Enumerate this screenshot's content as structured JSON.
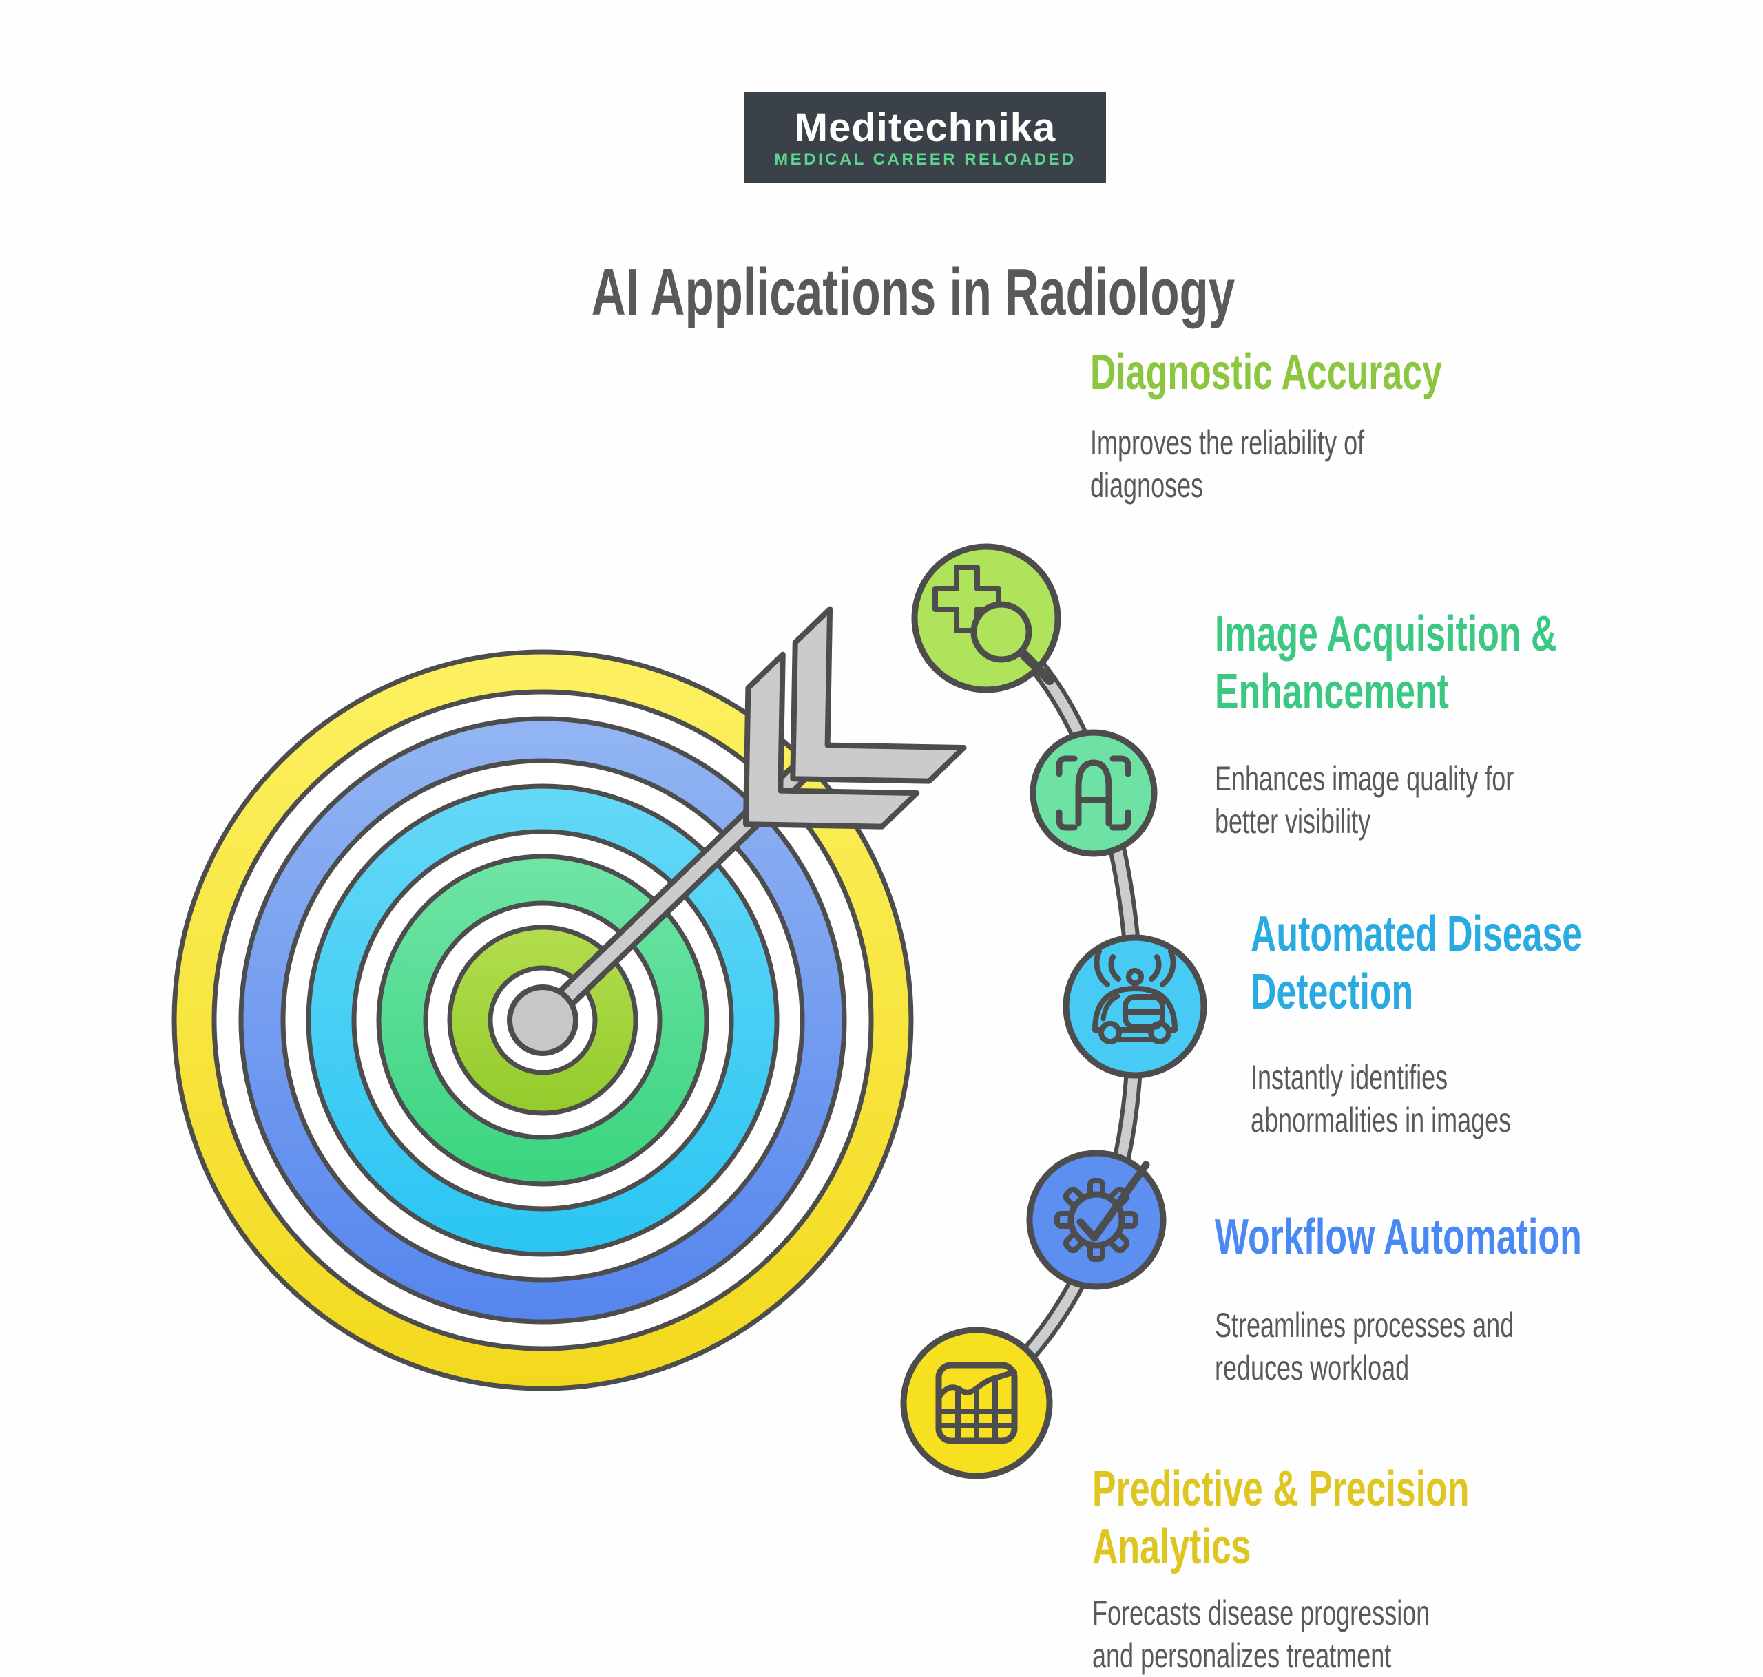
{
  "logo": {
    "brand": "Meditechnika",
    "tagline": "MEDICAL CAREER RELOADED",
    "bg_color": "#3A4149",
    "brand_color": "#FFFFFF",
    "tagline_color": "#5BD78D"
  },
  "title": {
    "text": "AI Applications in Radiology",
    "color": "#58595B"
  },
  "sections": [
    {
      "heading": "Diagnostic Accuracy",
      "description": "Improves the reliability of\ndiagnoses",
      "accent_color": "#8CC63F",
      "icon": "medical-cross-search-icon",
      "icon_fill": "#AEE35B"
    },
    {
      "heading": "Image Acquisition &\nEnhancement",
      "description": "Enhances image quality for\nbetter visibility",
      "accent_color": "#3BC882",
      "icon": "scan-letter-icon",
      "icon_fill": "#6EE2A5"
    },
    {
      "heading": "Automated Disease\nDetection",
      "description": "Instantly identifies\nabnormalities in images",
      "accent_color": "#29ABE2",
      "icon": "smart-car-icon",
      "icon_fill": "#47CAF4"
    },
    {
      "heading": "Workflow Automation",
      "description": "Streamlines processes and\nreduces workload",
      "accent_color": "#4A89F3",
      "icon": "gear-check-icon",
      "icon_fill": "#5C8FF0"
    },
    {
      "heading": "Predictive & Precision\nAnalytics",
      "description": "Forecasts disease progression\nand personalizes treatment",
      "accent_color": "#DFC51F",
      "icon": "analytics-chart-icon",
      "icon_fill": "#F6E01F"
    }
  ],
  "illustration": {
    "outline": "#4D4D4D",
    "connector_color": "#CDCDCD",
    "arrow_color": "#CBCBCB",
    "center_dot_color": "#C6C7C8",
    "target_rings": [
      {
        "name": "yellow",
        "top": "#FCF162",
        "bottom": "#F3D91D"
      },
      {
        "name": "blue",
        "top": "#93B5F2",
        "bottom": "#5585EE"
      },
      {
        "name": "cyan",
        "top": "#65D8F7",
        "bottom": "#2BC5F3"
      },
      {
        "name": "green",
        "top": "#70E4A6",
        "bottom": "#3AD47F"
      },
      {
        "name": "lime",
        "top": "#B3DD4E",
        "bottom": "#93CB2B"
      }
    ]
  }
}
